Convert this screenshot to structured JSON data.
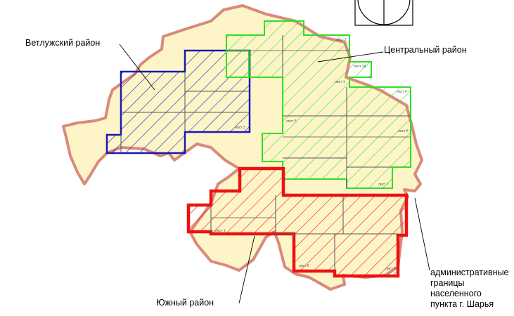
{
  "labels": {
    "vetluzhsky": "Ветлужский район",
    "central": "Центральный район",
    "south": "Южный район",
    "boundary_line1": "административные",
    "boundary_line2": "границы",
    "boundary_line3": "населенного",
    "boundary_line4": "пункта г. Шарья"
  },
  "sheets": {
    "s1": "лист 1",
    "s2": "лист 2",
    "s2a": "лист 2А",
    "s3": "лист 3",
    "s4": "лист 4",
    "s5": "лист 5",
    "s6": "лист 6",
    "s7": "лист 7",
    "s8": "лист 8"
  },
  "colors": {
    "territory_fill": "#fdf5c8",
    "territory_border": "#d98a7a",
    "vetluzhsky": "#1a1ab0",
    "central": "#33dd22",
    "south": "#ee1111",
    "grid": "#555555"
  }
}
